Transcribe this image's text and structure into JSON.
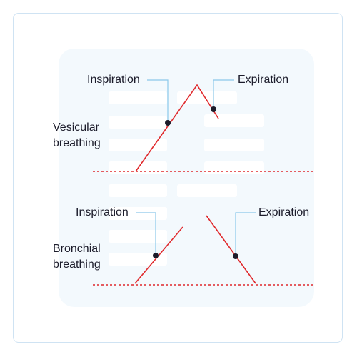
{
  "colors": {
    "frame_border": "#cfe3f3",
    "panel_fill": "#f3f9fd",
    "ghost_fill": "#ffffff",
    "trace": "#e0292c",
    "baseline": "#e0292c",
    "leader": "#8cc8ea",
    "dot": "#1c1c2b",
    "text": "#1c1c2b"
  },
  "vesicular": {
    "title": "Vesicular\nbreathing",
    "inspiration_label": "Inspiration",
    "expiration_label": "Expiration"
  },
  "bronchial": {
    "title": "Bronchial\nbreathing",
    "inspiration_label": "Inspiration",
    "expiration_label": "Expiration"
  }
}
